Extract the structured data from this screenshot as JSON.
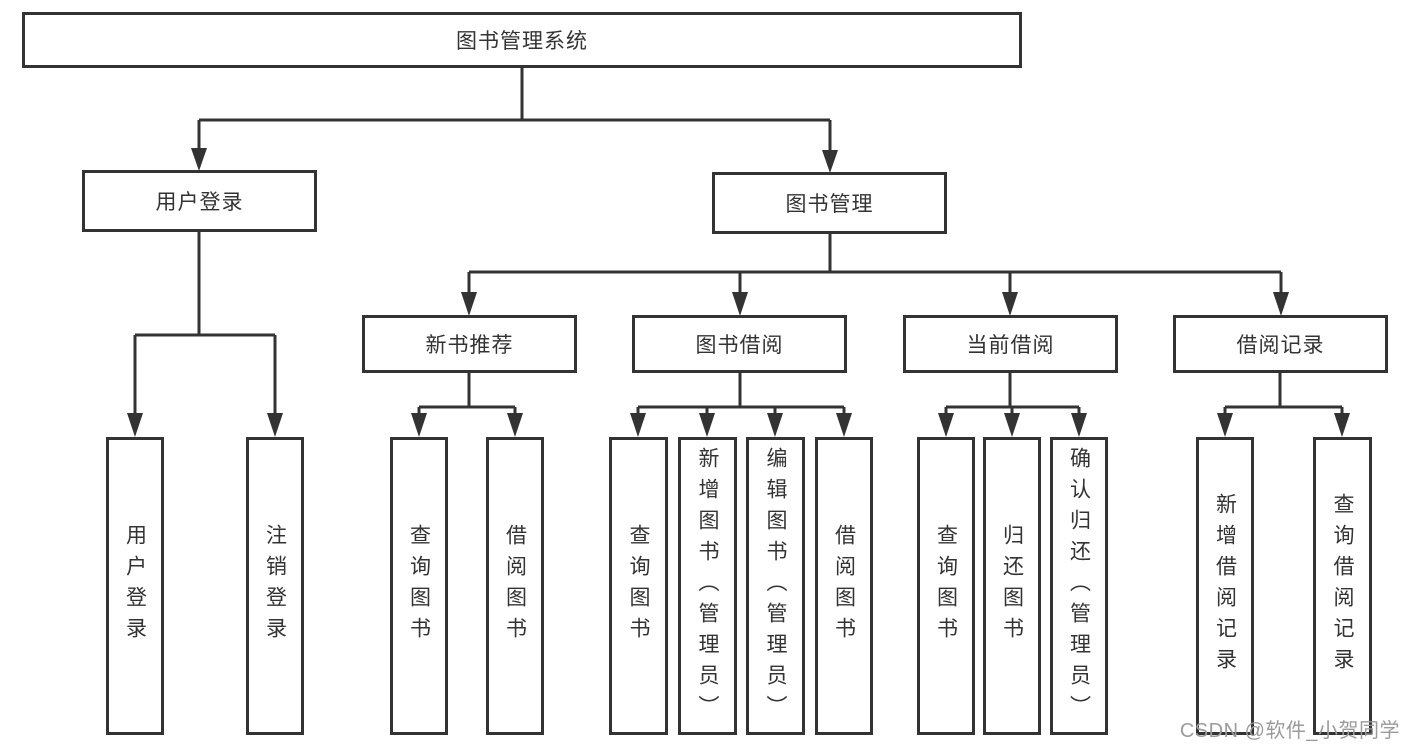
{
  "diagram": {
    "root": {
      "label": "图书管理系统"
    },
    "level2": {
      "user_login": {
        "label": "用户登录"
      },
      "book_mgmt": {
        "label": "图书管理"
      }
    },
    "level3": {
      "new_book_rec": {
        "label": "新书推荐"
      },
      "book_borrow": {
        "label": "图书借阅"
      },
      "current_borrow": {
        "label": "当前借阅"
      },
      "borrow_records": {
        "label": "借阅记录"
      }
    },
    "leaves": {
      "user_login_leaf": {
        "label": "用户登录"
      },
      "logout": {
        "label": "注销登录"
      },
      "query_book_newrec": {
        "label": "查询图书"
      },
      "borrow_book_newrec": {
        "label": "借阅图书"
      },
      "query_book_borrow": {
        "label": "查询图书"
      },
      "add_book_admin": {
        "label": "新增图书（管理员）"
      },
      "edit_book_admin": {
        "label": "编辑图书（管理员）"
      },
      "borrow_book_borrow": {
        "label": "借阅图书"
      },
      "query_book_current": {
        "label": "查询图书"
      },
      "return_book": {
        "label": "归还图书"
      },
      "confirm_return_admin": {
        "label": "确认归还（管理员）"
      },
      "add_borrow_record": {
        "label": "新增借阅记录"
      },
      "query_borrow_record": {
        "label": "查询借阅记录"
      }
    },
    "hierarchy": {
      "图书管理系统": [
        "用户登录",
        "图书管理"
      ],
      "用户登录": [
        "用户登录",
        "注销登录"
      ],
      "图书管理": [
        "新书推荐",
        "图书借阅",
        "当前借阅",
        "借阅记录"
      ],
      "新书推荐": [
        "查询图书",
        "借阅图书"
      ],
      "图书借阅": [
        "查询图书",
        "新增图书（管理员）",
        "编辑图书（管理员）",
        "借阅图书"
      ],
      "当前借阅": [
        "查询图书",
        "归还图书",
        "确认归还（管理员）"
      ],
      "借阅记录": [
        "新增借阅记录",
        "查询借阅记录"
      ]
    },
    "colors": {
      "line": "#333333",
      "text": "#333333",
      "box_background": "#ffffff",
      "watermark": "#9b9b9b"
    }
  },
  "watermark": {
    "text": "CSDN @软件_小贺同学"
  }
}
